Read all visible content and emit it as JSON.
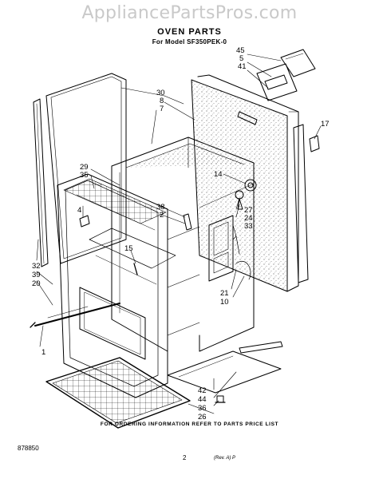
{
  "watermark": "AppliancePartsPros.com",
  "header": {
    "title": "OVEN PARTS",
    "model_line": "For Model SF350PEK-0"
  },
  "callouts": {
    "c45": "45",
    "c5": "5",
    "c41": "41",
    "c30": "30",
    "c8": "8",
    "c7": "7",
    "c17": "17",
    "c29": "29",
    "c35": "35",
    "c14": "14",
    "c27": "27",
    "c24": "24",
    "c33": "33",
    "c4": "4",
    "c38": "38",
    "c2": "2",
    "c15": "15",
    "c32": "32",
    "c39": "39",
    "c20": "20",
    "c21": "21",
    "c10": "10",
    "c1": "1",
    "c42": "42",
    "c44": "44",
    "c36": "36",
    "c26": "26"
  },
  "footer": {
    "ordering_note": "FOR ORDERING INFORMATION REFER TO PARTS PRICE LIST",
    "doc_number": "878850",
    "page_number": "2",
    "revision_mark": "(Rev. A) P"
  }
}
